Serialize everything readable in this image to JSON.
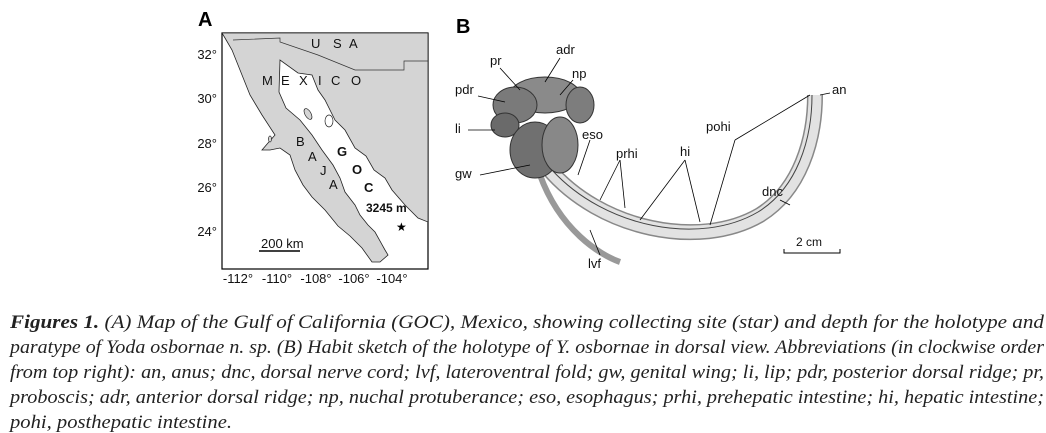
{
  "panel_a": {
    "label": "A",
    "country_usa": [
      "U",
      "S",
      "A"
    ],
    "country_mexico": [
      "M",
      "E",
      "X",
      "I",
      "C",
      "O"
    ],
    "baja": [
      "B",
      "A",
      "J",
      "A"
    ],
    "goc": [
      "G",
      "O",
      "C"
    ],
    "depth": "3245 m",
    "scale": "200 km",
    "lat_ticks": [
      "32°",
      "30°",
      "28°",
      "26°",
      "24°"
    ],
    "lon_ticks": [
      "-112°",
      "-110°",
      "-108°",
      "-106°",
      "-104°"
    ],
    "colors": {
      "land": "#d4d4d4",
      "sea": "#ffffff"
    }
  },
  "panel_b": {
    "label": "B",
    "labels": {
      "pr": "pr",
      "adr": "adr",
      "np": "np",
      "pdr": "pdr",
      "li": "li",
      "gw": "gw",
      "eso": "eso",
      "prhi": "prhi",
      "hi": "hi",
      "pohi": "pohi",
      "an": "an",
      "dnc": "dnc",
      "lvf": "lvf"
    },
    "scale": "2 cm"
  },
  "caption": {
    "prefix": "Figures 1.",
    "lines": [
      " (A) Map of the Gulf of California (GOC), Mexico, showing collecting site (star) and depth for the holotype and",
      "paratype of Yoda osbornae n. sp. (B) Habit sketch of the holotype of Y. osbornae in dorsal view. Abbreviations (in clockwise order",
      "from top right): an, anus; dnc, dorsal nerve cord; lvf, lateroventral fold; gw, genital wing; li, lip; pdr, posterior dorsal ridge; pr,",
      "proboscis; adr, anterior dorsal ridge; np, nuchal protuberance; eso, esophagus; prhi, prehepatic intestine; hi, hepatic intestine;",
      "pohi, posthepatic intestine."
    ]
  }
}
